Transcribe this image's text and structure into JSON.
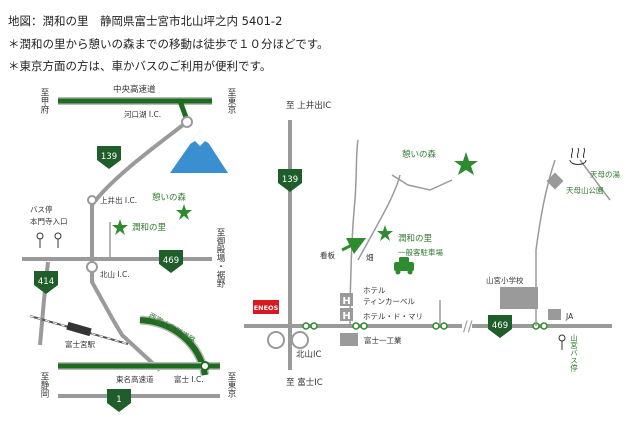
{
  "header": {
    "line1": "地図：潤和の里　静岡県富士宮市北山坪之内 5401-2",
    "line2": "＊潤和の里から憩いの森までの移動は徒歩で１０分ほどです。",
    "line3": "＊東京方面の方は、車かバスのご利用が便利です。"
  },
  "left_map": {
    "chuo_expressway": "中央高速道",
    "to_kofu": "至甲府",
    "to_tokyo_top": "至東京",
    "kawaguchiko_ic": "河口湖 I.C.",
    "route_139": "139",
    "kamiide_ic": "上井出 I.C.",
    "ikoi_no_mori": "憩いの森",
    "junwa_no_sato": "潤和の里",
    "bus_stop": "バス停",
    "honmonji": "本門寺入口",
    "to_gotemba": "至御殿場・裾野",
    "route_414": "414",
    "kitayama_ic": "北山 I.C.",
    "route_469": "469",
    "nishifuji_toll_road": "西富士有料道路",
    "fujinomiya_station": "富士宮駅",
    "tomei_expressway": "東名高速道",
    "fuji_ic": "富士 I.C.",
    "to_shizuoka": "至静岡",
    "to_tokyo_bottom": "至東京",
    "route_1": "1"
  },
  "right_map": {
    "to_kamiide_ic": "至 上井出IC",
    "route_139": "139",
    "ikoi_no_mori": "憩いの森",
    "junwa_no_sato": "潤和の里",
    "parking": "一般客駐車場",
    "signboard": "看板",
    "field": "畑",
    "mt_miyako_onsen": "天母の湯",
    "mt_miyako_park": "天母山公園",
    "yamamiya_school": "山宮小学校",
    "hotel_label": "ホテル",
    "hotel_tinker_bell": "ティンカーベル",
    "hotel_dmari": "ホテル・ド・マリ",
    "eneos": "ENEOS",
    "route_469": "469",
    "ja": "JA",
    "kitayama_ic": "北山IC",
    "fuji_ichi_kogyo": "富士一工業",
    "to_fuji_ic": "至 富士IC",
    "yamamiya_bus_stop": "山宮バス停"
  },
  "colors": {
    "road_green": "#1f6b1f",
    "route_marker_green": "#1f5e2a",
    "poi_green": "#2e8b2e",
    "road_gray": "#9a9a9a",
    "eneos_red": "#d71920",
    "mountain_blue": "#3a8fd0"
  }
}
